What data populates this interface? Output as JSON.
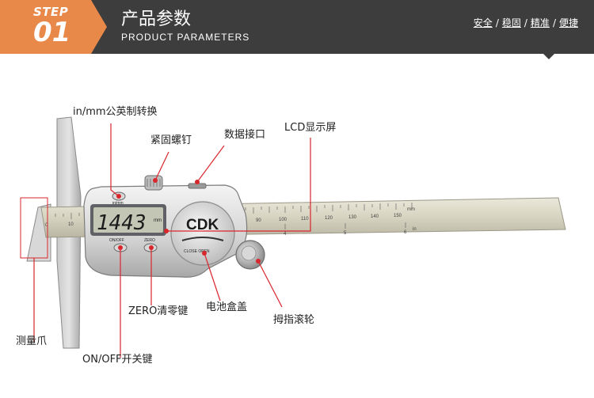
{
  "header": {
    "step_label": "STEP",
    "step_number": "01",
    "title_cn": "产品参数",
    "title_en": "PRODUCT PARAMETERS",
    "tagline_items": [
      "安全",
      "稳固",
      "精准",
      "便捷"
    ],
    "tagline_separator": "/",
    "accent_color": "#e8894a",
    "bar_color": "#3d3d3d"
  },
  "device": {
    "brand": "CDK",
    "unit_button_label": "in/mm",
    "display_value": "1443",
    "display_unit": "mm",
    "on_off_label": "ON/OFF",
    "zero_label": "ZERO",
    "cover_label": "CLOSE  OPEN",
    "ruler_mm_label": "mm",
    "ruler_in_label": "in",
    "ruler_mm_ticks": [
      "10",
      "90",
      "100",
      "110",
      "120",
      "130",
      "140",
      "150"
    ],
    "ruler_in_ticks": [
      "4",
      "5",
      "6"
    ],
    "ruler_start_tick": "0"
  },
  "callouts": {
    "unit_switch": "in/mm公英制转换",
    "lock_screw": "紧固螺钉",
    "data_port": "数据接口",
    "lcd": "LCD显示屏",
    "jaw": "测量爪",
    "zero": "ZERO清零键",
    "battery_cover": "电池盒盖",
    "thumb_wheel": "拇指滚轮",
    "on_off": "ON/OFF开关键"
  },
  "colors": {
    "callout_line": "#d9262c",
    "callout_dot": "#d9262c"
  }
}
